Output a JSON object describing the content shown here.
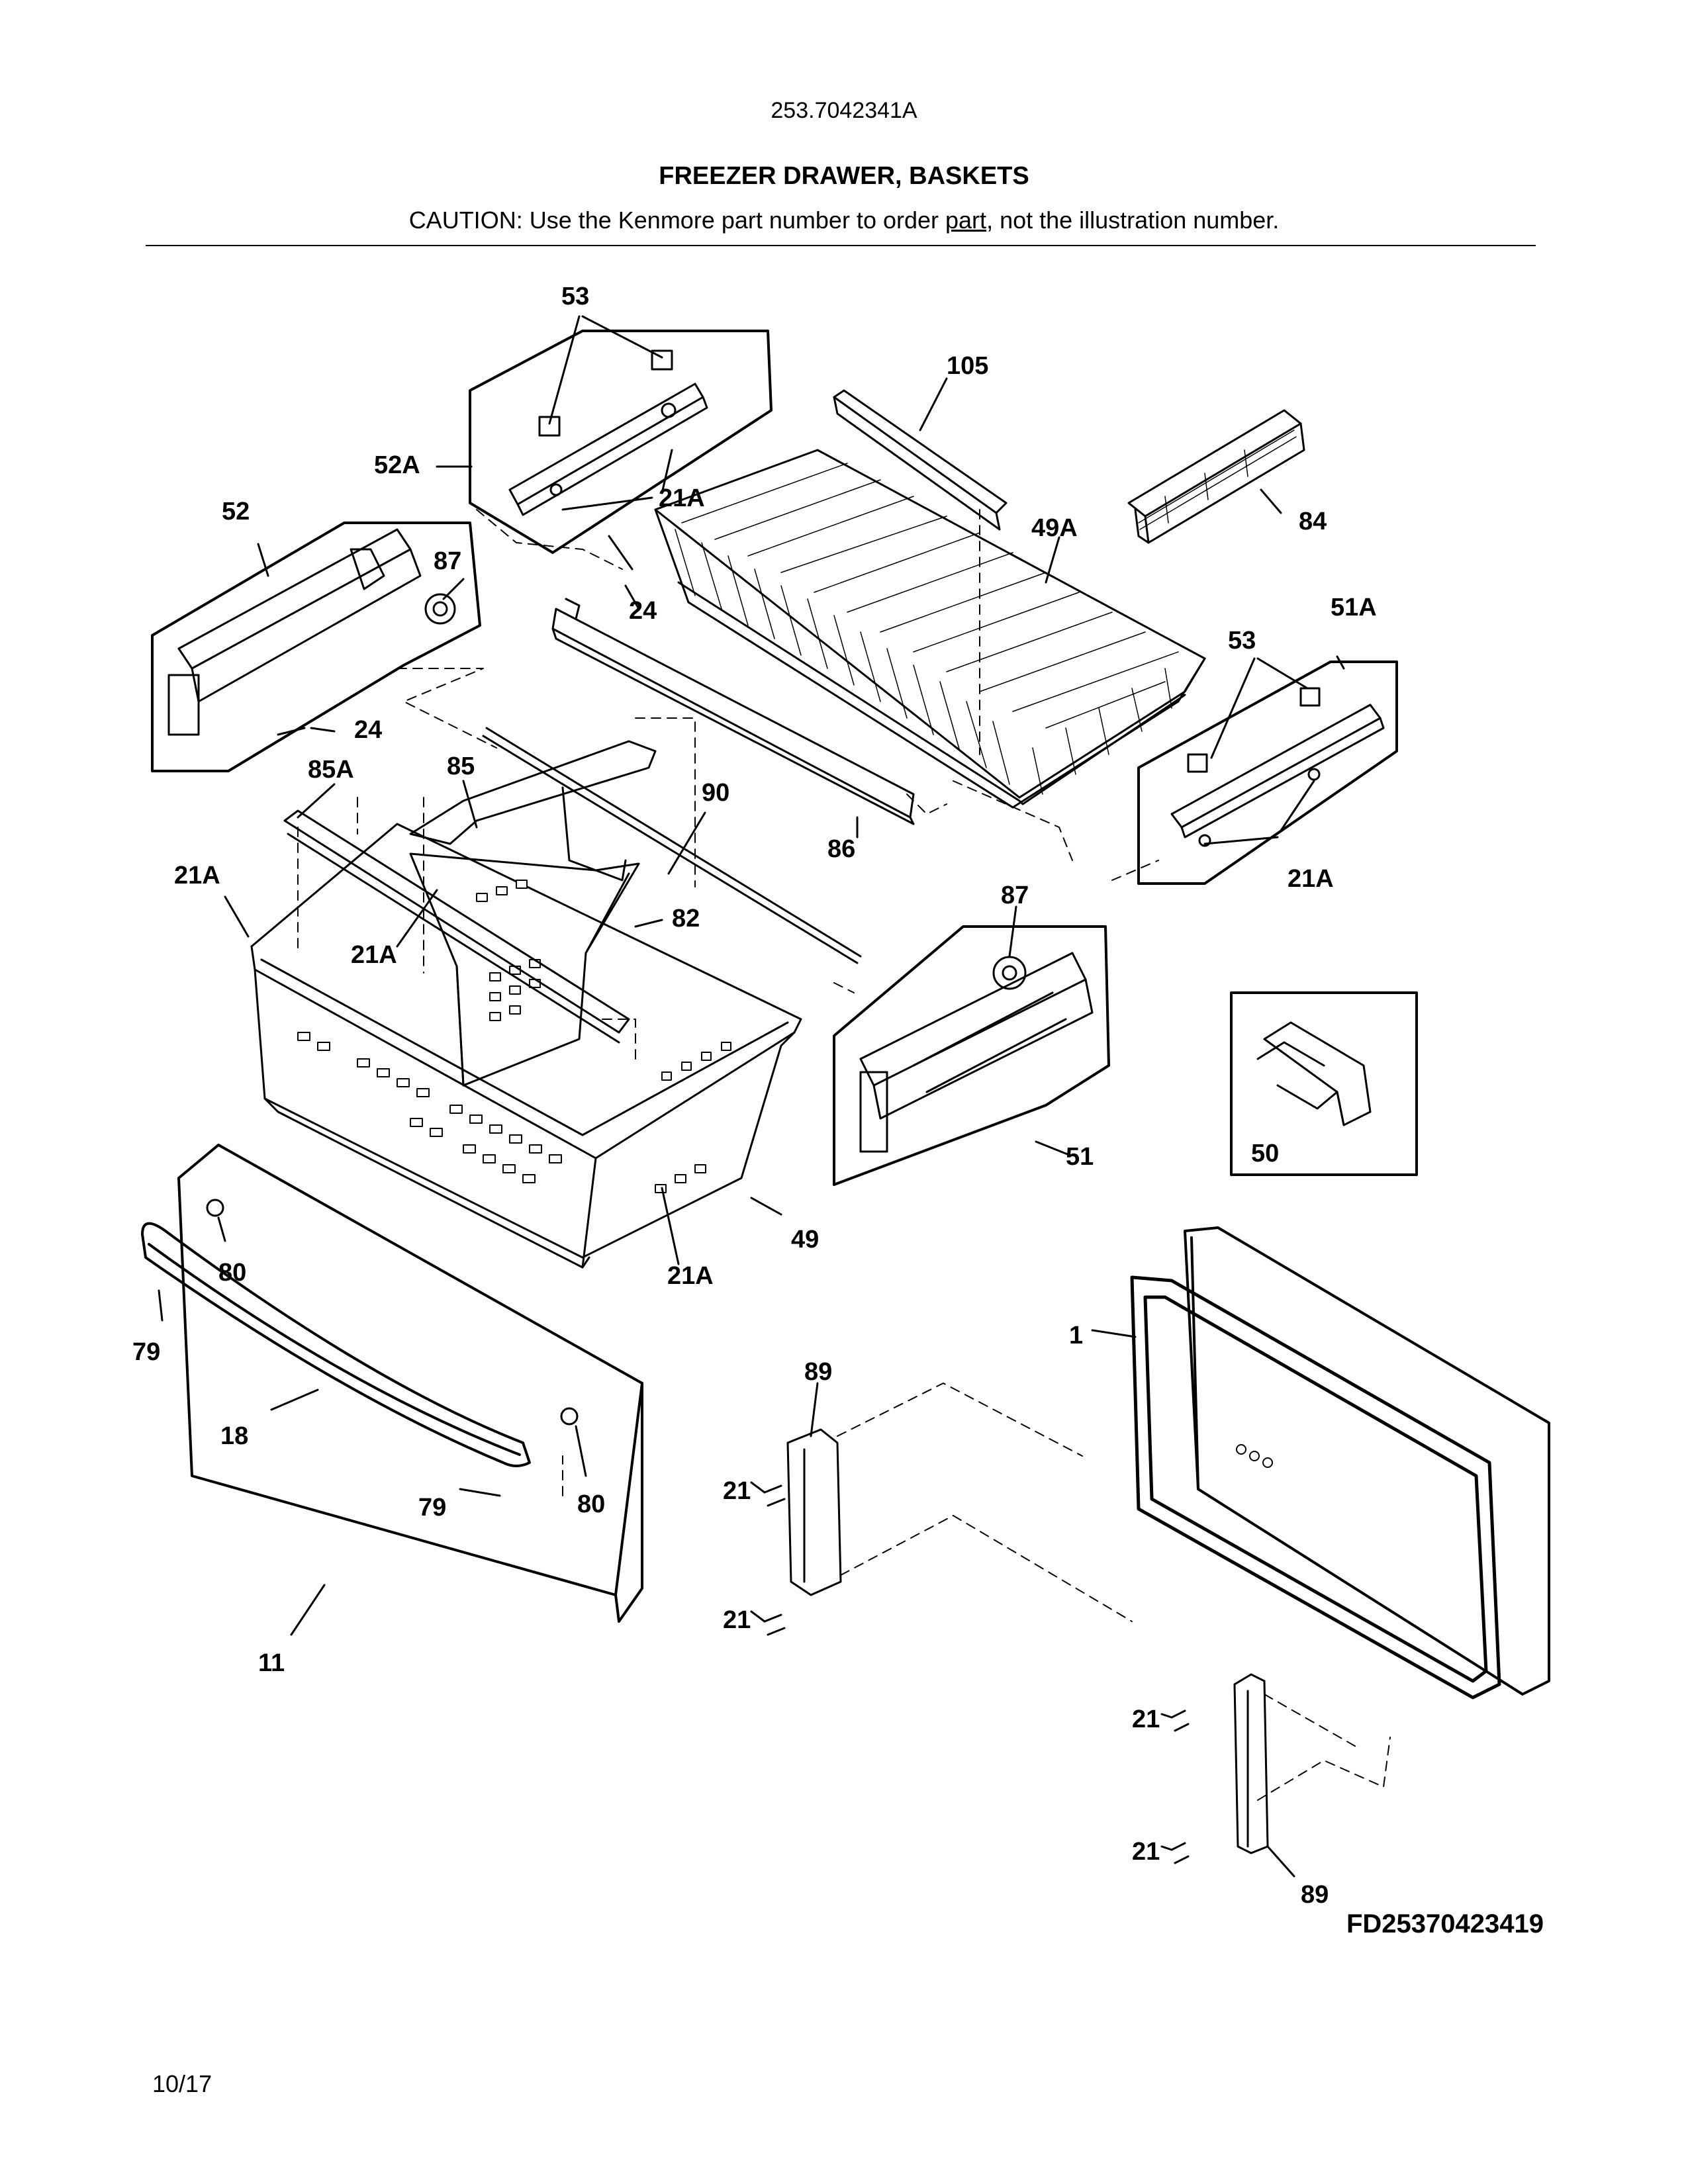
{
  "header": {
    "model_number": "253.7042341A",
    "title": "FREEZER DRAWER, BASKETS",
    "caution_prefix": "CAUTION: Use the Kenmore part number to order ",
    "caution_link": "part",
    "caution_suffix": ", not the illustration number."
  },
  "callouts": {
    "c53_top": "53",
    "c52A": "52A",
    "c21A_top": "21A",
    "c105": "105",
    "c49A": "49A",
    "c84": "84",
    "c52": "52",
    "c87_left": "87",
    "c24_a": "24",
    "c24_b": "24",
    "c51A": "51A",
    "c53_right": "53",
    "c21A_right": "21A",
    "c85A": "85A",
    "c85": "85",
    "c90": "90",
    "c86": "86",
    "c21A_left": "21A",
    "c21A_mid": "21A",
    "c82": "82",
    "c87_right": "87",
    "c51": "51",
    "c50": "50",
    "c49": "49",
    "c21A_bottom": "21A",
    "c80_a": "80",
    "c79_a": "79",
    "c18": "18",
    "c79_b": "79",
    "c80_b": "80",
    "c11": "11",
    "c1": "1",
    "c89_a": "89",
    "c21_a": "21",
    "c21_b": "21",
    "c21_c": "21",
    "c21_d": "21",
    "c89_b": "89"
  },
  "footer": {
    "figure_code": "FD25370423419",
    "page_date": "10/17"
  }
}
